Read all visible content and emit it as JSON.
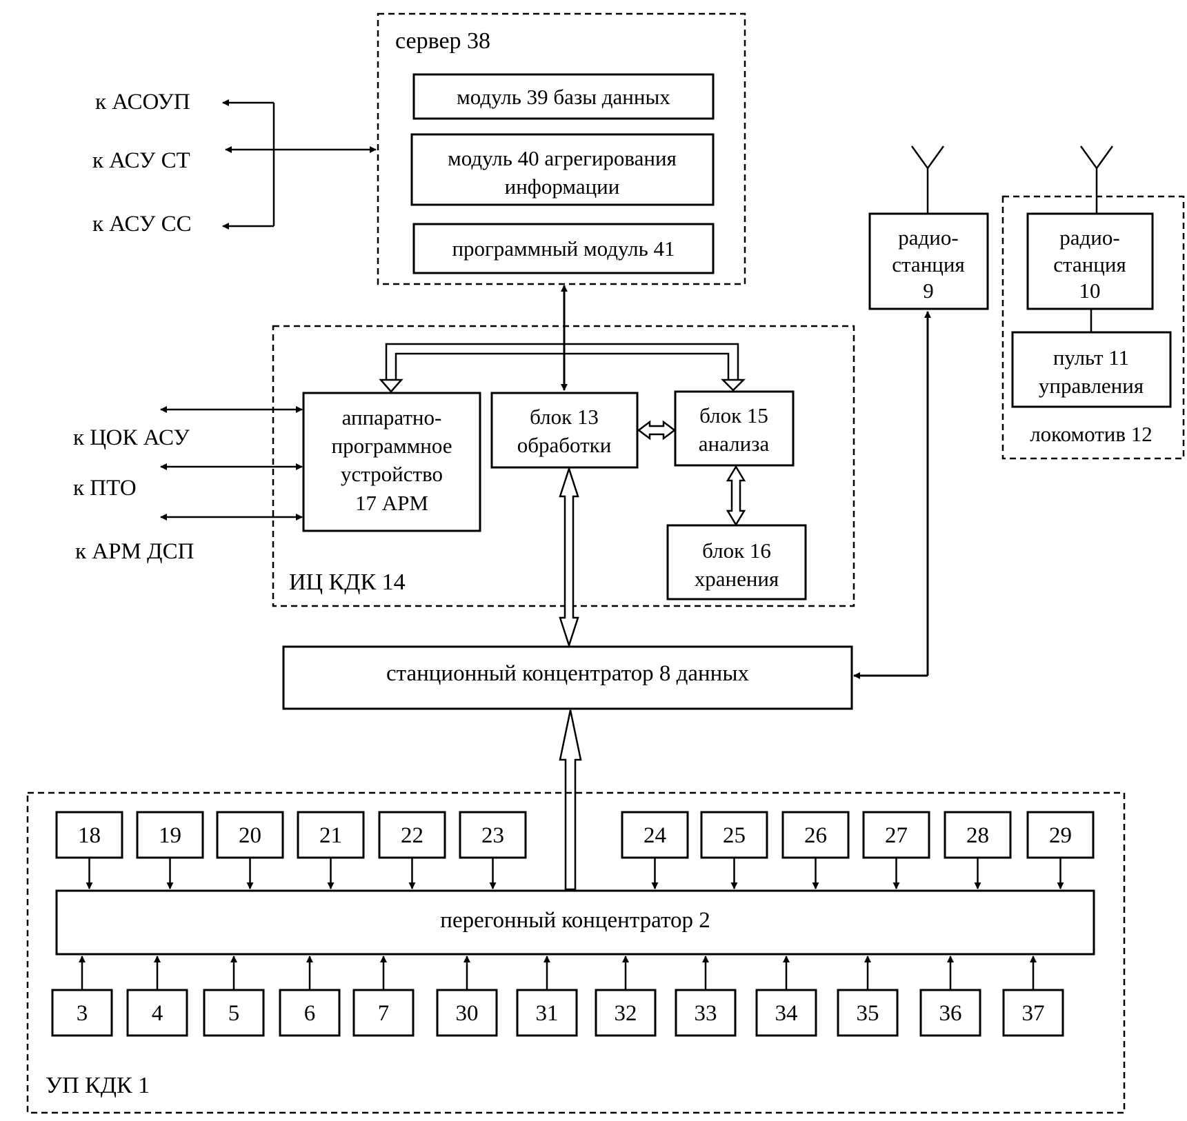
{
  "server": {
    "label": "сервер 38",
    "modules": [
      "модуль 39 базы данных",
      "модуль 40 агрегирования",
      "информации",
      "программный модуль 41"
    ]
  },
  "external_top": [
    "к АСОУП",
    "к АСУ СТ",
    "к АСУ СС"
  ],
  "external_mid": [
    "к ЦОК АСУ",
    "к ПТО",
    "к АРМ ДСП"
  ],
  "ic": {
    "label": "ИЦ КДК 14",
    "arm": [
      "аппаратно-",
      "программное",
      "устройство",
      "17 АРМ"
    ],
    "block13": [
      "блок 13",
      "обработки"
    ],
    "block15": [
      "блок 15",
      "анализа"
    ],
    "block16": [
      "блок 16",
      "хранения"
    ]
  },
  "radio9": [
    "радио-",
    "станция",
    "9"
  ],
  "locomotive": {
    "label": "локомотив 12",
    "radio10": [
      "радио-",
      "станция",
      "10"
    ],
    "console": [
      "пульт 11",
      "управления"
    ]
  },
  "station_concentrator": "станционный концентратор 8 данных",
  "up": {
    "label": "УП КДК 1",
    "concentrator": "перегонный концентратор 2",
    "top_boxes": [
      "18",
      "19",
      "20",
      "21",
      "22",
      "23",
      "24",
      "25",
      "26",
      "27",
      "28",
      "29"
    ],
    "bottom_boxes": [
      "3",
      "4",
      "5",
      "6",
      "7",
      "30",
      "31",
      "32",
      "33",
      "34",
      "35",
      "36",
      "37"
    ]
  }
}
